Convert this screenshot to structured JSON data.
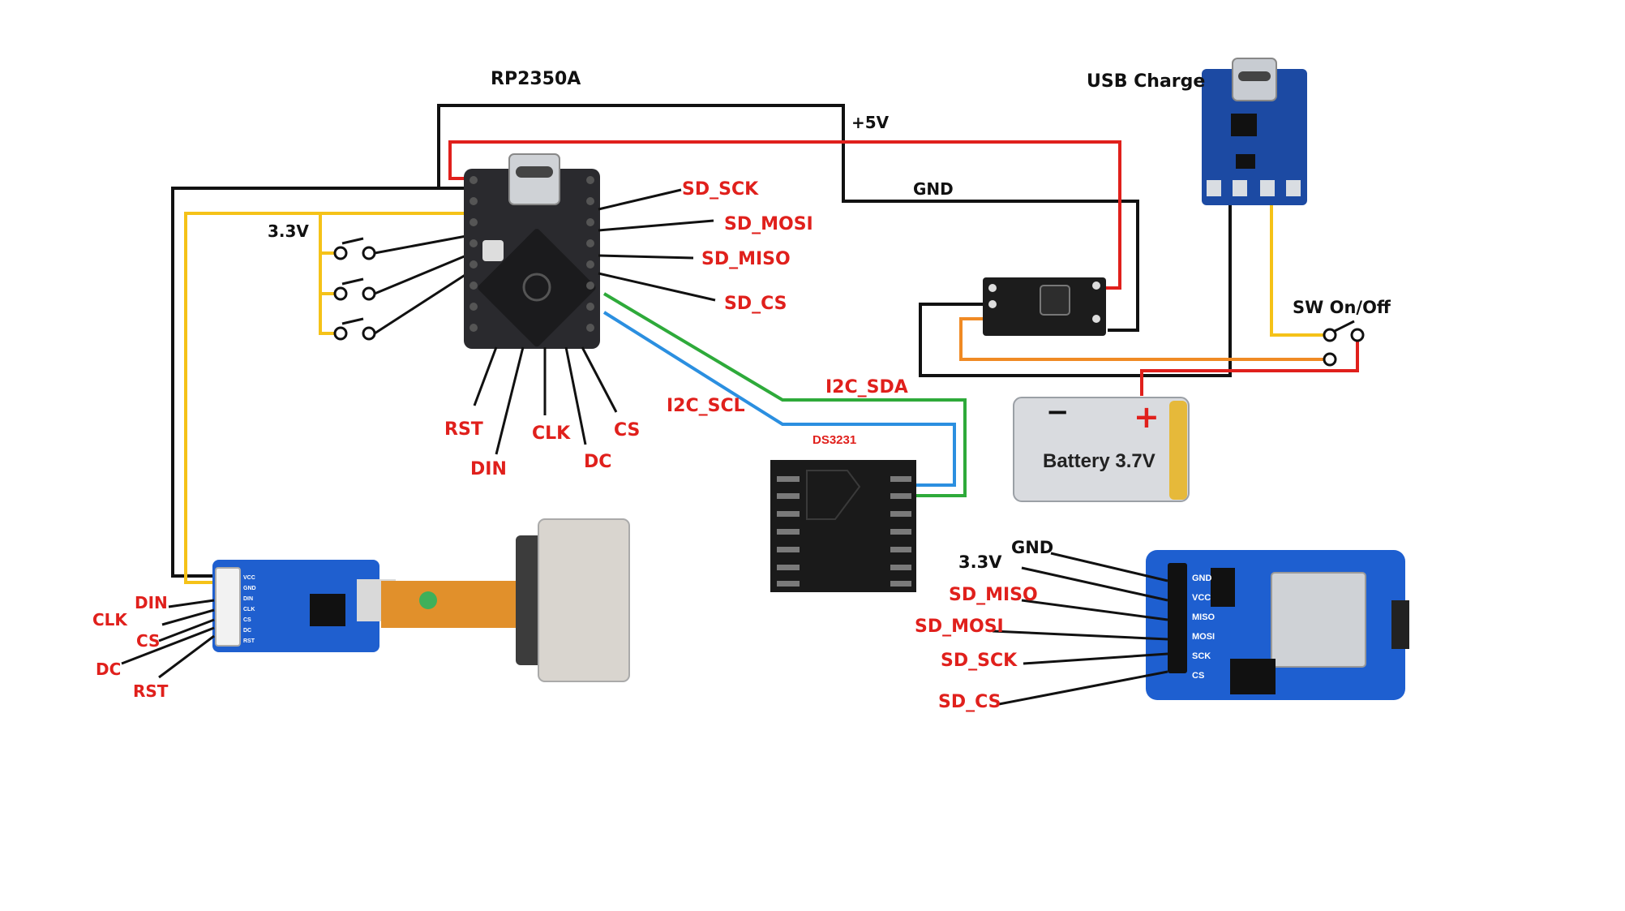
{
  "diagram": {
    "components": {
      "mcu": "RP2350A",
      "charger": "USB Charge",
      "rtc": "DS3231",
      "battery": "Battery 3.7V",
      "switch": "SW On/Off"
    },
    "power_labels": {
      "v5": "+5V",
      "gnd": "GND",
      "v33": "3.3V"
    },
    "mcu_pins": {
      "sd_sck": "SD_SCK",
      "sd_mosi": "SD_MOSI",
      "sd_miso": "SD_MISO",
      "sd_cs": "SD_CS",
      "rst": "RST",
      "din": "DIN",
      "clk": "CLK",
      "dc": "DC",
      "cs": "CS",
      "i2c_sda": "I2C_SDA",
      "i2c_scl": "I2C_SCL"
    },
    "display_pins": {
      "din": "DIN",
      "clk": "CLK",
      "cs": "CS",
      "dc": "DC",
      "rst": "RST"
    },
    "sd_module_pins": {
      "gnd": "GND",
      "v33": "3.3V",
      "miso": "SD_MISO",
      "mosi": "SD_MOSI",
      "sck": "SD_SCK",
      "cs": "SD_CS"
    },
    "board_silkscreen": {
      "battery_minus": "−",
      "battery_plus": "+",
      "sd_gnd": "GND",
      "sd_vcc": "VCC",
      "sd_miso": "MISO",
      "sd_mosi": "MOSI",
      "sd_sck": "SCK",
      "sd_cs": "CS",
      "disp_vcc": "VCC",
      "disp_gnd": "GND",
      "disp_din": "DIN",
      "disp_clk": "CLK",
      "disp_cs": "CS",
      "disp_dc": "DC",
      "disp_rst": "RST"
    },
    "wire_colors": {
      "power_5v": "#e0201c",
      "ground": "#111111",
      "v3_3": "#f5c218",
      "sda": "#2eaa3a",
      "scl": "#2b8fe0",
      "battery_orange": "#f08a24"
    }
  }
}
